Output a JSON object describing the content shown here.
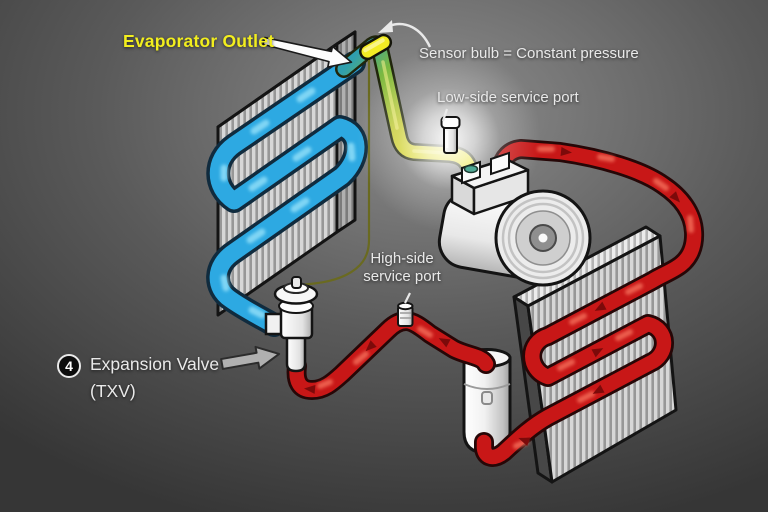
{
  "diagram": {
    "callouts": {
      "evaporator_outlet": "Evaporator Outlet",
      "sensor_bulb": "Sensor bulb = Constant pressure",
      "low_side_port": "Low-side service port",
      "high_side_port_line1": "High-side",
      "high_side_port_line2": "service port",
      "step_number": "4",
      "expansion_valve_line1": "Expansion Valve",
      "expansion_valve_line2": "(TXV)"
    },
    "components": [
      "evaporator-coil",
      "condenser-coil",
      "compressor",
      "receiver-drier",
      "expansion-valve-txv",
      "sensor-bulb",
      "capillary-tube",
      "suction-line",
      "discharge-line",
      "liquid-line",
      "low-side-service-port",
      "high-side-service-port"
    ]
  },
  "colors": {
    "bg_light": "#8d8d8d",
    "bg_mid": "#5a5a5a",
    "bg_dark": "#363636",
    "evap_blue": "#2da9e2",
    "evap_blue_light": "#8fdef8",
    "evap_outline": "#102b3e",
    "cond_red": "#c81717",
    "cond_red_dark": "#7c0a0a",
    "cond_red_light": "#f4705c",
    "red_outline": "#260707",
    "suction_teal": "#2f9fae",
    "suction_green": "#7ab841",
    "suction_yellow": "#e6e02e",
    "suction_outline": "#20260c",
    "bulb_yellow": "#f2ec24",
    "capillary_olive": "#6a6a20",
    "fin_light": "#d7d7d7",
    "fin_dark": "#979797",
    "fin_top_light": "#ececec",
    "fin_top_dark": "#b4b4b4",
    "panel_side": "#474747",
    "outline_black": "#141414",
    "metal_white": "#f6f6f6",
    "metal_gray": "#bdbdbd",
    "label_white": "#e9e9e9",
    "label_yellow": "#f2ee1e",
    "arrow_gray": "#b0b0b0",
    "arrow_white": "#fdfdfd"
  }
}
